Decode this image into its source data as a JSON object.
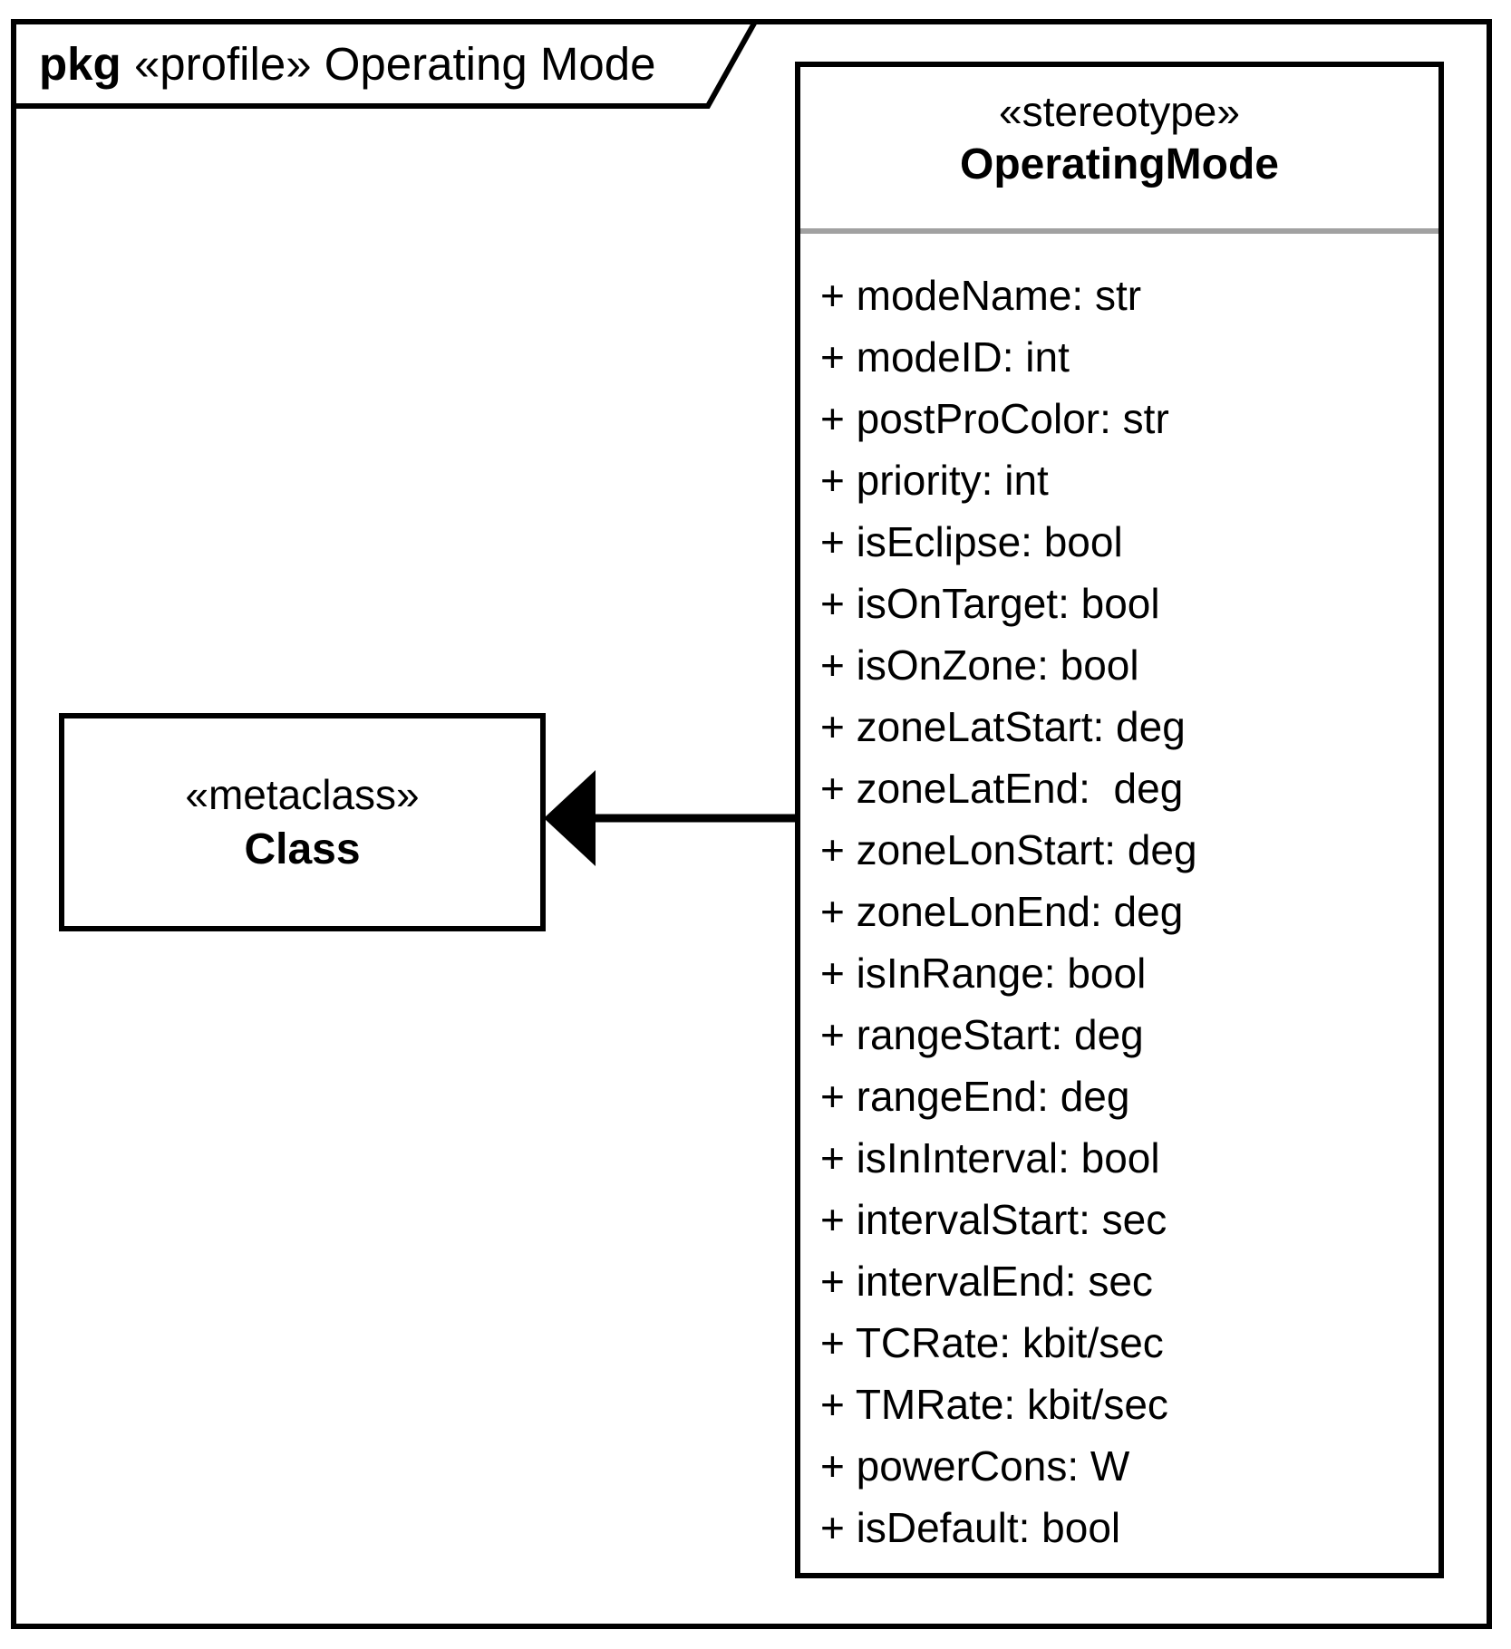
{
  "package_frame": {
    "keyword": "pkg",
    "label": "«profile» Operating Mode"
  },
  "stereotype_class": {
    "stereotype": "«stereotype»",
    "name": "OperatingMode",
    "attributes": [
      "+ modeName: str",
      "+ modeID: int",
      "+ postProColor: str",
      "+ priority: int",
      "+ isEclipse: bool",
      "+ isOnTarget: bool",
      "+ isOnZone: bool",
      "+ zoneLatStart: deg",
      "+ zoneLatEnd:  deg",
      "+ zoneLonStart: deg",
      "+ zoneLonEnd: deg",
      "+ isInRange: bool",
      "+ rangeStart: deg",
      "+ rangeEnd: deg",
      "+ isInInterval: bool",
      "+ intervalStart: sec",
      "+ intervalEnd: sec",
      "+ TCRate: kbit/sec",
      "+ TMRate: kbit/sec",
      "+ powerCons: W",
      "+ isDefault: bool"
    ]
  },
  "metaclass": {
    "stereotype": "«metaclass»",
    "name": "Class"
  },
  "colors": {
    "line": "#000000",
    "separator": "#a1a1a1",
    "background": "#ffffff"
  }
}
